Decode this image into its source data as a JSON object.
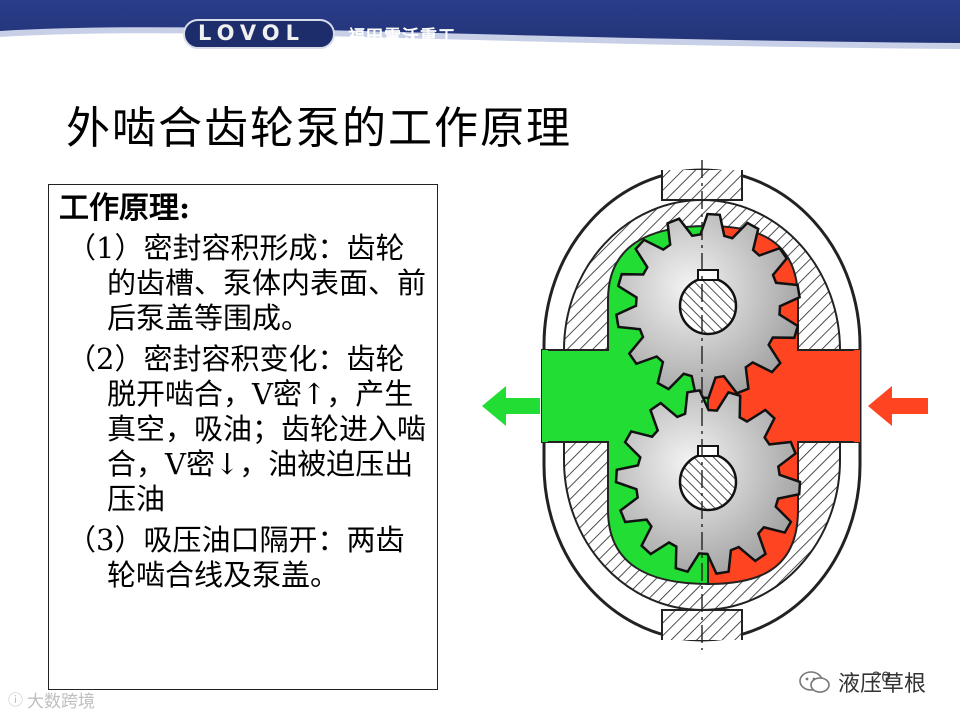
{
  "header": {
    "brand_logo_text": "LOVOL",
    "company_name": "福田雷沃重工",
    "colors": {
      "banner": "#24357c",
      "stripe": "#c8d0e8"
    }
  },
  "slide": {
    "title": "外啮合齿轮泵的工作原理",
    "heading": "工作原理:",
    "points": [
      "（1）密封容积形成：齿轮的齿槽、泵体内表面、前后泵盖等围成。",
      "（2）密封容积变化：齿轮脱开啮合，V密↑，产生真空，吸油；齿轮进入啮合，V密↓，油被迫压出压油",
      "（3）吸压油口隔开：两齿轮啮合线及泵盖。"
    ]
  },
  "diagram": {
    "colors": {
      "suction": "#22dd33",
      "pressure": "#ff4422",
      "gear": "#c8c8c8",
      "hatch": "#222222"
    },
    "arrows": {
      "left": "arrow-left-icon",
      "right": "arrow-left-icon"
    }
  },
  "footer": {
    "page_number": "20",
    "watermark_left": "大数跨境",
    "watermark_right": "液压草根"
  }
}
